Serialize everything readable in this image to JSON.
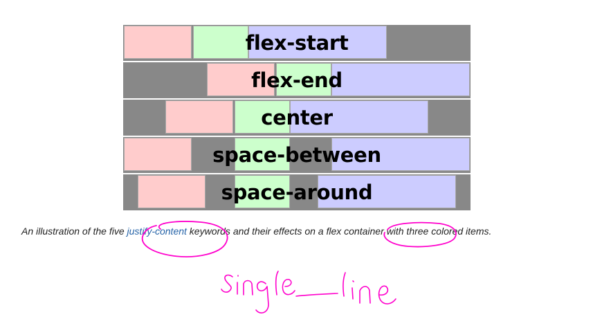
{
  "diagram": {
    "rows": [
      {
        "label": "flex-start"
      },
      {
        "label": "flex-end"
      },
      {
        "label": "center"
      },
      {
        "label": "space-between"
      },
      {
        "label": "space-around"
      }
    ],
    "item_colors": {
      "red": "#ffcccc",
      "green": "#ccffcc",
      "blue": "#ccccff",
      "container": "#888888"
    }
  },
  "caption": {
    "before": "An illustration of the five ",
    "link": "justify-content",
    "middle": " keywords and their effects on a ",
    "link2": "flex container",
    "after": " with three colored items."
  },
  "annotation": {
    "handwritten": "single_line",
    "ink_color": "#ff00cc"
  }
}
